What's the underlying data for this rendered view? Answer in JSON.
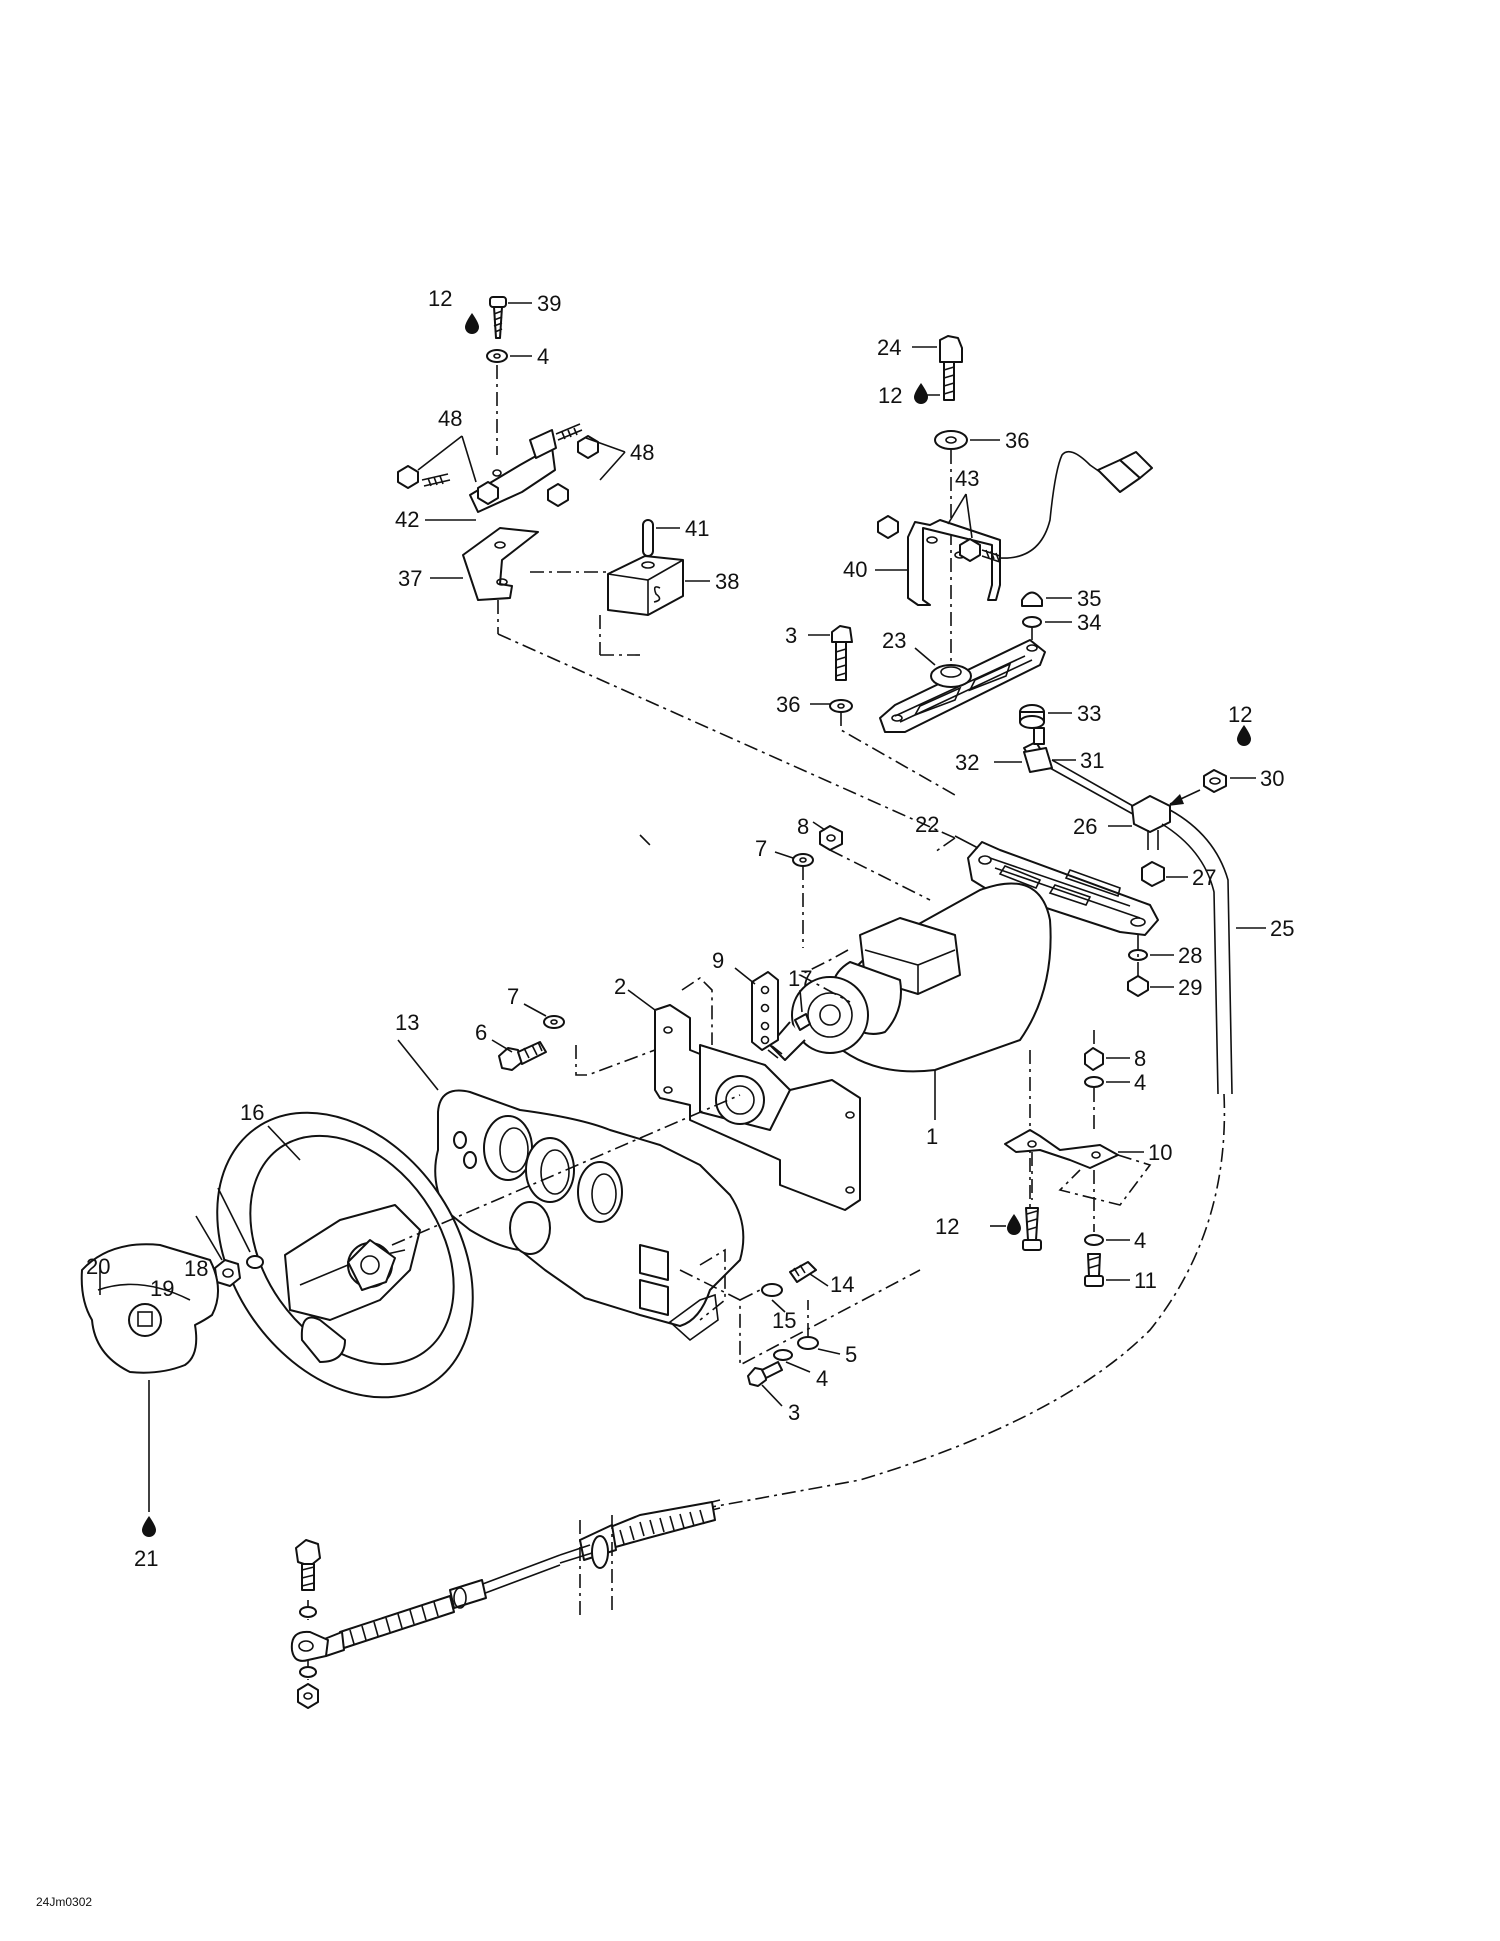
{
  "reference_code": "24Jm0302",
  "callouts": {
    "c1": "1",
    "c2": "2",
    "c3a": "3",
    "c3b": "3",
    "c4a": "4",
    "c4b": "4",
    "c4c": "4",
    "c4d": "4",
    "c5": "5",
    "c6": "6",
    "c7a": "7",
    "c7b": "7",
    "c8a": "8",
    "c8b": "8",
    "c9": "9",
    "c10": "10",
    "c11": "11",
    "c12a": "12",
    "c12b": "12",
    "c12c": "12",
    "c12d": "12",
    "c13": "13",
    "c14": "14",
    "c15": "15",
    "c16": "16",
    "c17": "17",
    "c18": "18",
    "c19": "19",
    "c20": "20",
    "c21": "21",
    "c22": "22",
    "c23": "23",
    "c24": "24",
    "c25": "25",
    "c26": "26",
    "c27": "27",
    "c28": "28",
    "c29": "29",
    "c30": "30",
    "c31": "31",
    "c32": "32",
    "c33": "33",
    "c34": "34",
    "c35": "35",
    "c36a": "36",
    "c36b": "36",
    "c37": "37",
    "c38": "38",
    "c39": "39",
    "c40": "40",
    "c41": "41",
    "c42": "42",
    "c43": "43",
    "c48a": "48",
    "c48b": "48"
  },
  "icons": {
    "lubricant": "oil-drop-icon"
  },
  "colors": {
    "ink": "#111111",
    "paper": "#ffffff"
  }
}
